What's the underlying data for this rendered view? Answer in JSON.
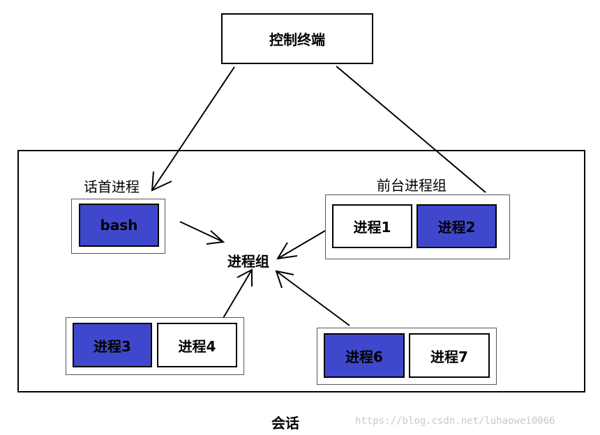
{
  "terminal": {
    "label": "控制终端"
  },
  "session": {
    "label": "会话"
  },
  "session_leader": {
    "caption": "话首进程",
    "process": "bash"
  },
  "foreground_group": {
    "caption": "前台进程组",
    "processes": [
      "进程1",
      "进程2"
    ]
  },
  "process_group": {
    "label": "进程组"
  },
  "group_bottom_left": {
    "processes": [
      "进程3",
      "进程4"
    ]
  },
  "group_bottom_right": {
    "processes": [
      "进程6",
      "进程7"
    ]
  },
  "watermark": "https://blog.csdn.net/luhaowei0066",
  "colors": {
    "filled": "#3f48cc",
    "outline": "#000000",
    "background": "#ffffff"
  }
}
